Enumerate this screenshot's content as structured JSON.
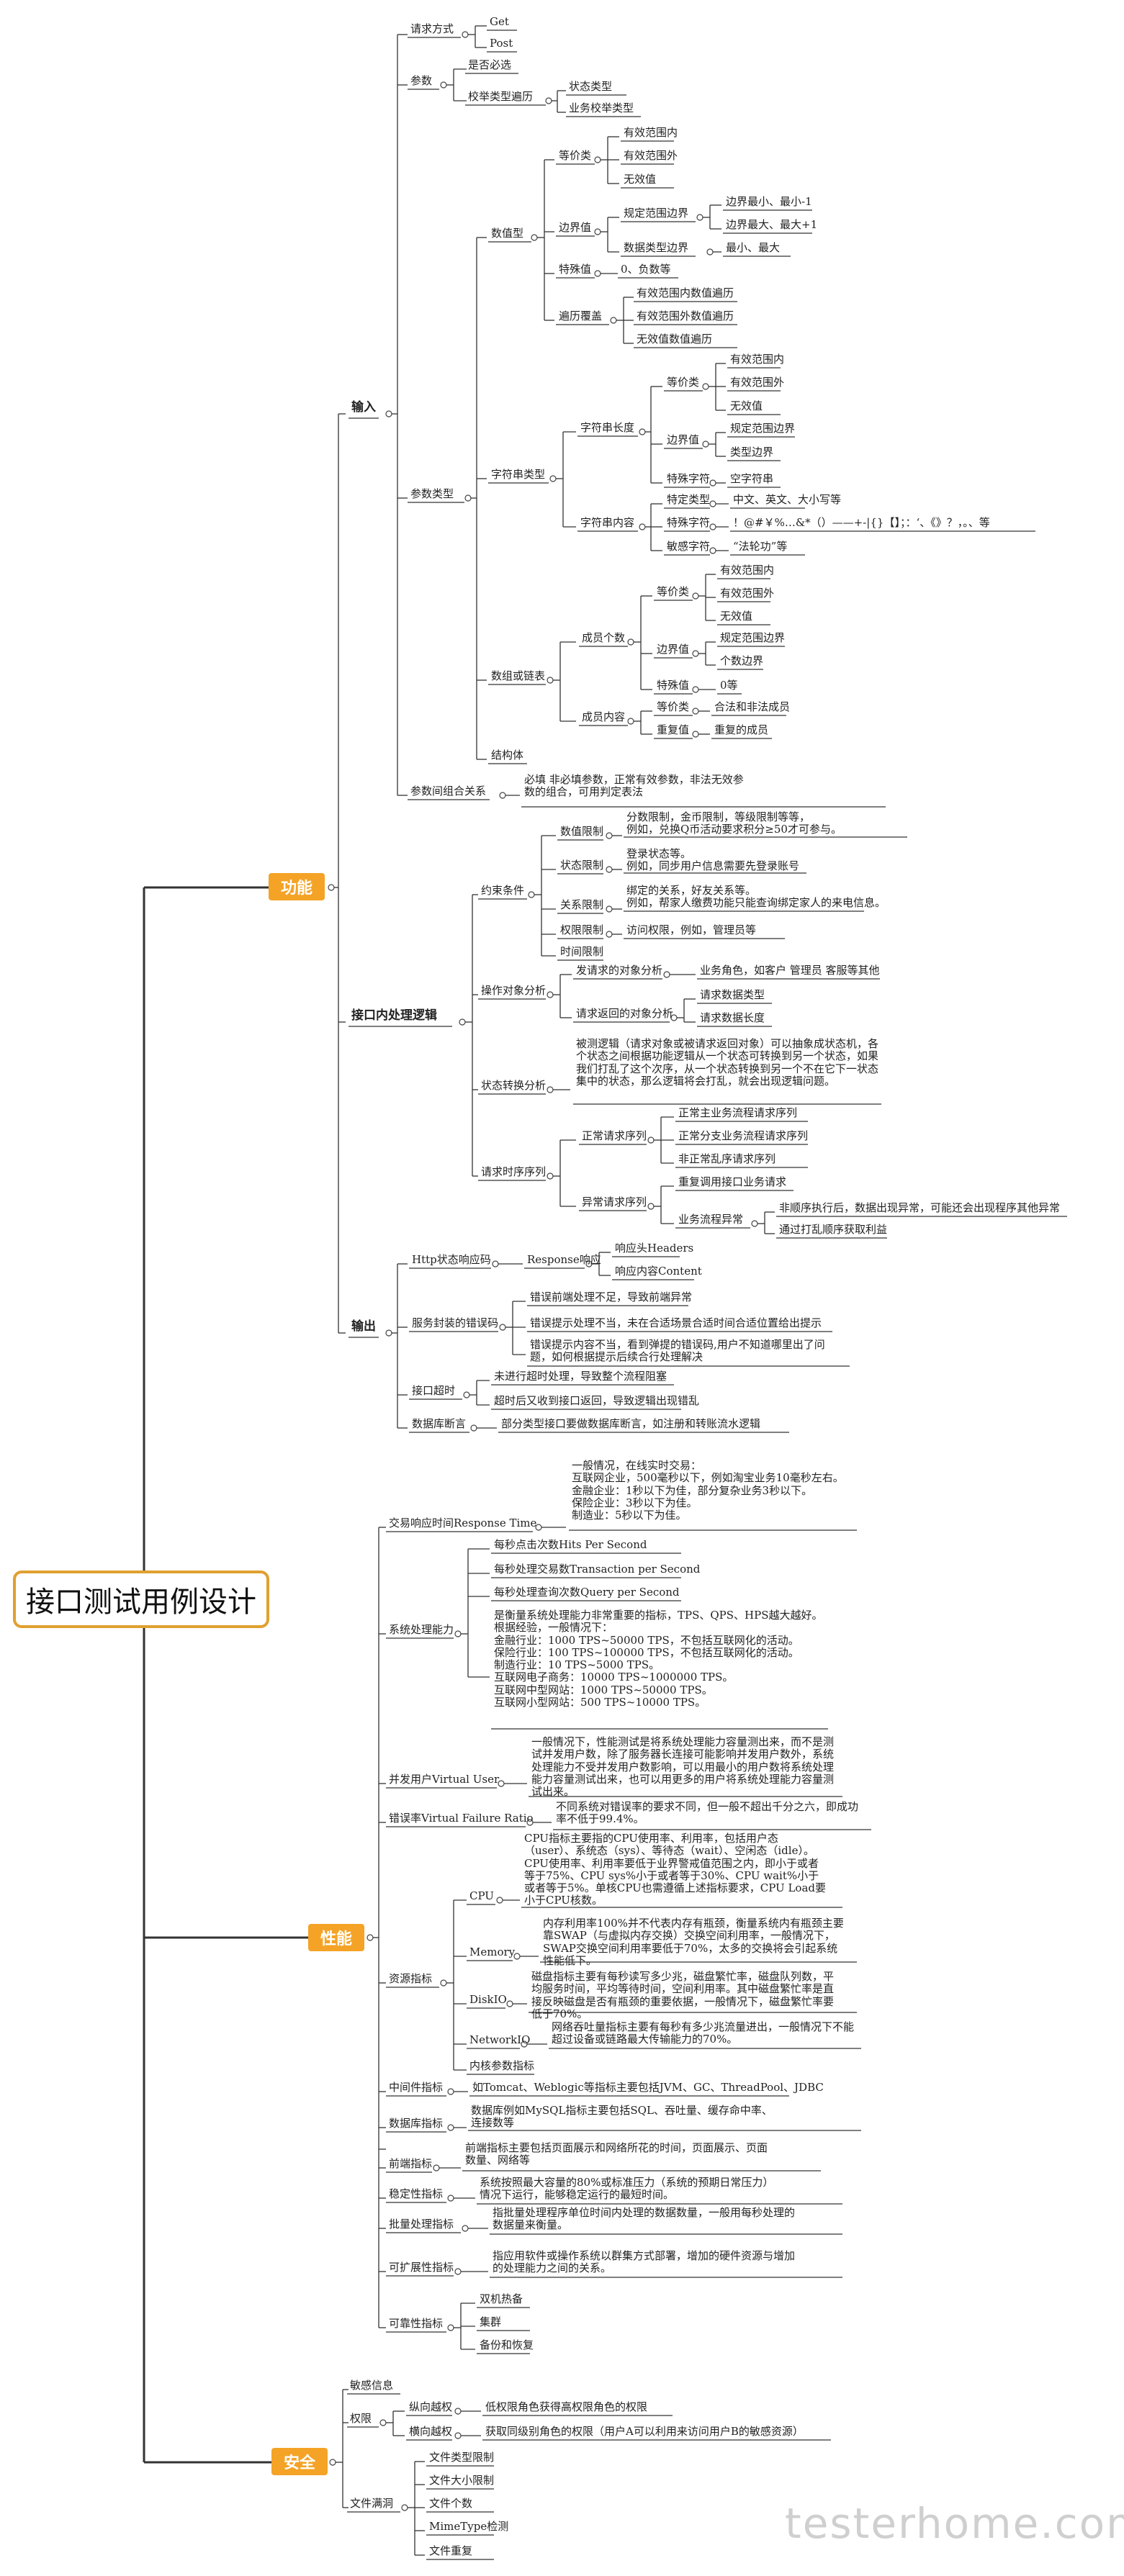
{
  "root": "接口测试用例设计",
  "categories": {
    "func": "功能",
    "perf": "性能",
    "sec": "安全"
  },
  "func": {
    "input": "输入",
    "req_method": "请求方式",
    "get": "Get",
    "post": "Post",
    "param": "参数",
    "required": "是否必选",
    "check_traverse": "校举类型遍历",
    "state_type": "状态类型",
    "biz_check_type": "业务校举类型",
    "param_type": "参数类型",
    "numeric": "数值型",
    "equiv": "等价类",
    "valid_range_in": "有效范围内",
    "valid_range_out": "有效范围外",
    "invalid": "无效值",
    "boundary": "边界值",
    "spec_range_boundary": "规定范围边界",
    "boundary_min": "边界最小、最小-1",
    "boundary_max": "边界最大、最大+1",
    "data_type_boundary": "数据类型边界",
    "max_min": "最小、最大",
    "special": "特殊值",
    "zero_neg": "0、负数等",
    "traverse_cover": "遍历覆盖",
    "trav_1": "有效范围内数值遍历",
    "trav_2": "有效范围外数值遍历",
    "trav_3": "无效值数值遍历",
    "string": "字符串类型",
    "str_len": "字符串长度",
    "str_valid_in": "有效范围内",
    "str_valid_out": "有效范围外",
    "str_invalid": "无效值",
    "str_boundary": "边界值",
    "str_spec_bound": "规定范围边界",
    "str_type_bound": "类型边界",
    "special_chars": "特殊字符",
    "empty_string": "空字符串",
    "str_content": "字符串内容",
    "special_type": "特定类型",
    "cn_en": "中文、英文、大小写等",
    "special_chars2": "特殊字符",
    "special_chars_list": "！@#￥%…&*（）——+-|{}【】；：‘、《》？，。、等",
    "sensitive_chars": "敏感字符",
    "sensitive_example": "“法轮功”等",
    "array": "数组或链表",
    "member_count": "成员个数",
    "arr_valid_in": "有效范围内",
    "arr_valid_out": "有效范围外",
    "arr_invalid": "无效值",
    "arr_boundary": "边界值",
    "arr_spec_bound": "规定范围边界",
    "arr_type_bound": "个数边界",
    "arr_special": "特殊值",
    "arr_zero": "0等",
    "member_content": "成员内容",
    "mc_equiv": "等价类",
    "mc_legal": "合法和非法成员",
    "mc_repeat": "重复值",
    "mc_repeat_member": "重复的成员",
    "struct": "结构体",
    "combo": "参数间组合关系",
    "combo_desc": "必填 非必填参数，正常有效参数，非法无效参数的组合，可用判定表法",
    "logic": "接口内处理逻辑",
    "constraint": "约束条件",
    "value_limit": "数值限制",
    "value_limit_desc": "分数限制，金币限制，等级限制等等，\n例如，兑换Q币活动要求积分≥50才可参与。",
    "state_limit": "状态限制",
    "state_limit_desc": "登录状态等。\n例如，同步用户信息需要先登录账号",
    "relation_limit": "关系限制",
    "relation_limit_desc": "绑定的关系，好友关系等。\n例如，帮家人缴费功能只能查询绑定家人的来电信息。",
    "perm_limit": "权限限制",
    "perm_limit_desc": "访问权限，例如，管理员等",
    "time_limit": "时间限制",
    "operate_obj": "操作对象分析",
    "req_obj": "发请求的对象分析",
    "req_obj_desc": "业务角色，如客户 管理员 客服等其他",
    "ret_obj": "请求返回的对象分析",
    "ret_data_type": "请求数据类型",
    "ret_data_len": "请求数据长度",
    "state_trans": "状态转换分析",
    "state_trans_desc": "被测逻辑（请求对象或被请求返回对象）可以抽象成状态机，各个状态之间根据功能逻辑从一个状态可转换到另一个状态，如果我们打乱了这个次序，从一个状态转换到另一个不在它下一状态集中的状态，那么逻辑将会打乱，就会出现逻辑问题。",
    "seq": "请求时序序列",
    "normal_seq": "正常请求序列",
    "main_seq": "正常主业务流程请求序列",
    "branch_seq": "正常分支业务流程请求序列",
    "invalid_seq": "非正常乱序请求序列",
    "abn_seq": "异常请求序列",
    "repeat_call": "重复调用接口业务请求",
    "biz_abn": "业务流程异常",
    "biz_abn_1": "非顺序执行后，数据出现异常，可能还会出现程序其他异常",
    "biz_abn_2": "通过打乱顺序获取利益",
    "output": "输出",
    "http_code": "Http状态响应码",
    "response": "Response响应",
    "resp_header": "响应头Headers",
    "resp_content": "响应内容Content",
    "err_code": "服务封装的错误码",
    "err_1": "错误前端处理不足，导致前端异常",
    "err_2": "错误提示处理不当，未在合适场景合适时间合适位置给出提示",
    "err_3": "错误提示内容不当，看到弹提的错误码,用户不知道哪里出了问题，如何根据提示后续合行处理解决",
    "timeout": "接口超时",
    "timeout_1": "未进行超时处理，导致整个流程阻塞",
    "timeout_2": "超时后又收到接口返回，导致逻辑出现错乱",
    "db_break": "数据库断言",
    "db_break_desc": "部分类型接口要做数据库断言，如注册和转账流水逻辑"
  },
  "perf": {
    "resp_time": "交易响应时间Response Time",
    "resp_time_desc": "一般情况，在线实时交易：\n互联网企业，500毫秒以下，例如淘宝业务10毫秒左右。\n金融企业：1秒以下为佳，部分复杂业务3秒以下。\n保险企业：3秒以下为佳。\n制造业：5秒以下为佳。",
    "throughput": "系统处理能力",
    "hps": "每秒点击次数Hits Per Second",
    "tps": "每秒处理交易数Transaction per Second",
    "qps": "每秒处理查询次数Query per Second",
    "throughput_desc": "是衡量系统处理能力非常重要的指标，TPS、QPS、HPS越大越好。\n根据经验，一般情况下：\n金融行业：1000 TPS~50000 TPS，不包括互联网化的活动。\n保险行业：100 TPS~100000 TPS，不包括互联网化的活动。\n制造行业：10 TPS~5000 TPS。\n互联网电子商务：10000 TPS~1000000 TPS。\n互联网中型网站：1000 TPS~50000 TPS。\n互联网小型网站：500 TPS~10000 TPS。",
    "vuser": "并发用户Virtual User",
    "vuser_desc": "一般情况下，性能测试是将系统处理能力容量测出来，而不是测试并发用户数，除了服务器长连接可能影响并发用户数外，系统处理能力不受并发用户数影响，可以用最小的用户数将系统处理能力容量测试出来，也可以用更多的用户将系统处理能力容量测试出来。",
    "fail_ratio": "错误率Virtual Failure Ratio",
    "fail_ratio_desc": "不同系统对错误率的要求不同，但一般不超出千分之六，即成功率不低于99.4%。",
    "resource": "资源指标",
    "cpu": "CPU",
    "cpu_desc": "CPU指标主要指的CPU使用率、利用率，包括用户态（user）、系统态（sys）、等待态（wait）、空闲态（idle）。CPU使用率、利用率要低于业界警戒值范围之内，即小于或者等于75%、CPU sys%小于或者等于30%、CPU wait%小于或者等于5%。单核CPU也需遵循上述指标要求，CPU Load要小于CPU核数。",
    "memory": "Memory",
    "memory_desc": "内存利用率100%并不代表内存有瓶颈，衡量系统内有瓶颈主要靠SWAP（与虚拟内存交换）交换空间利用率，一般情况下，SWAP交换空间利用率要低于70%，太多的交换将会引起系统性能低下。",
    "diskio": "DiskIO",
    "diskio_desc": "磁盘指标主要有每秒读写多少兆，磁盘繁忙率，磁盘队列数，平均服务时间，平均等待时间，空间利用率。其中磁盘繁忙率是直接反映磁盘是否有瓶颈的重要依据，一般情况下，磁盘繁忙率要低于70%。",
    "network": "NetworkIO",
    "network_desc": "网络吞吐量指标主要有每秒有多少兆流量进出，一般情况下不能超过设备或链路最大传输能力的70%。",
    "kernel": "内核参数指标",
    "middleware": "中间件指标",
    "middleware_desc": "如Tomcat、Weblogic等指标主要包括JVM、GC、ThreadPool、JDBC",
    "database": "数据库指标",
    "database_desc": "数据库例如MySQL指标主要包括SQL、吞吐量、缓存命中率、连接数等",
    "frontend": "前端指标",
    "frontend_desc": "前端指标主要包括页面展示和网络所花的时间，页面展示、页面数量、网络等",
    "stability": "稳定性指标",
    "stability_desc": "系统按照最大容量的80%或标准压力（系统的预期日常压力）情况下运行，能够稳定运行的最短时间。",
    "batch": "批量处理指标",
    "batch_desc": "指批量处理程序单位时间内处理的数据数量，一般用每秒处理的数据量来衡量。",
    "scalability": "可扩展性指标",
    "scalability_desc": "指应用软件或操作系统以群集方式部署，增加的硬件资源与增加的处理能力之间的关系。",
    "reliability": "可靠性指标",
    "dual": "双机热备",
    "cluster": "集群",
    "backup": "备份和恢复"
  },
  "sec": {
    "sensitive": "敏感信息",
    "permission": "权限",
    "vertical": "纵向越权",
    "vertical_desc": "低权限角色获得高权限角色的权限",
    "horizontal": "横向越权",
    "horizontal_desc": "获取同级别角色的权限（用户A可以利用来访问用户B的敏感资源）",
    "upload": "文件满洞",
    "file_type": "文件类型限制",
    "file_size": "文件大小限制",
    "file_count": "文件个数",
    "mime": "MimeType检测",
    "file_repeat": "文件重复"
  },
  "watermark": "testerhome.com"
}
